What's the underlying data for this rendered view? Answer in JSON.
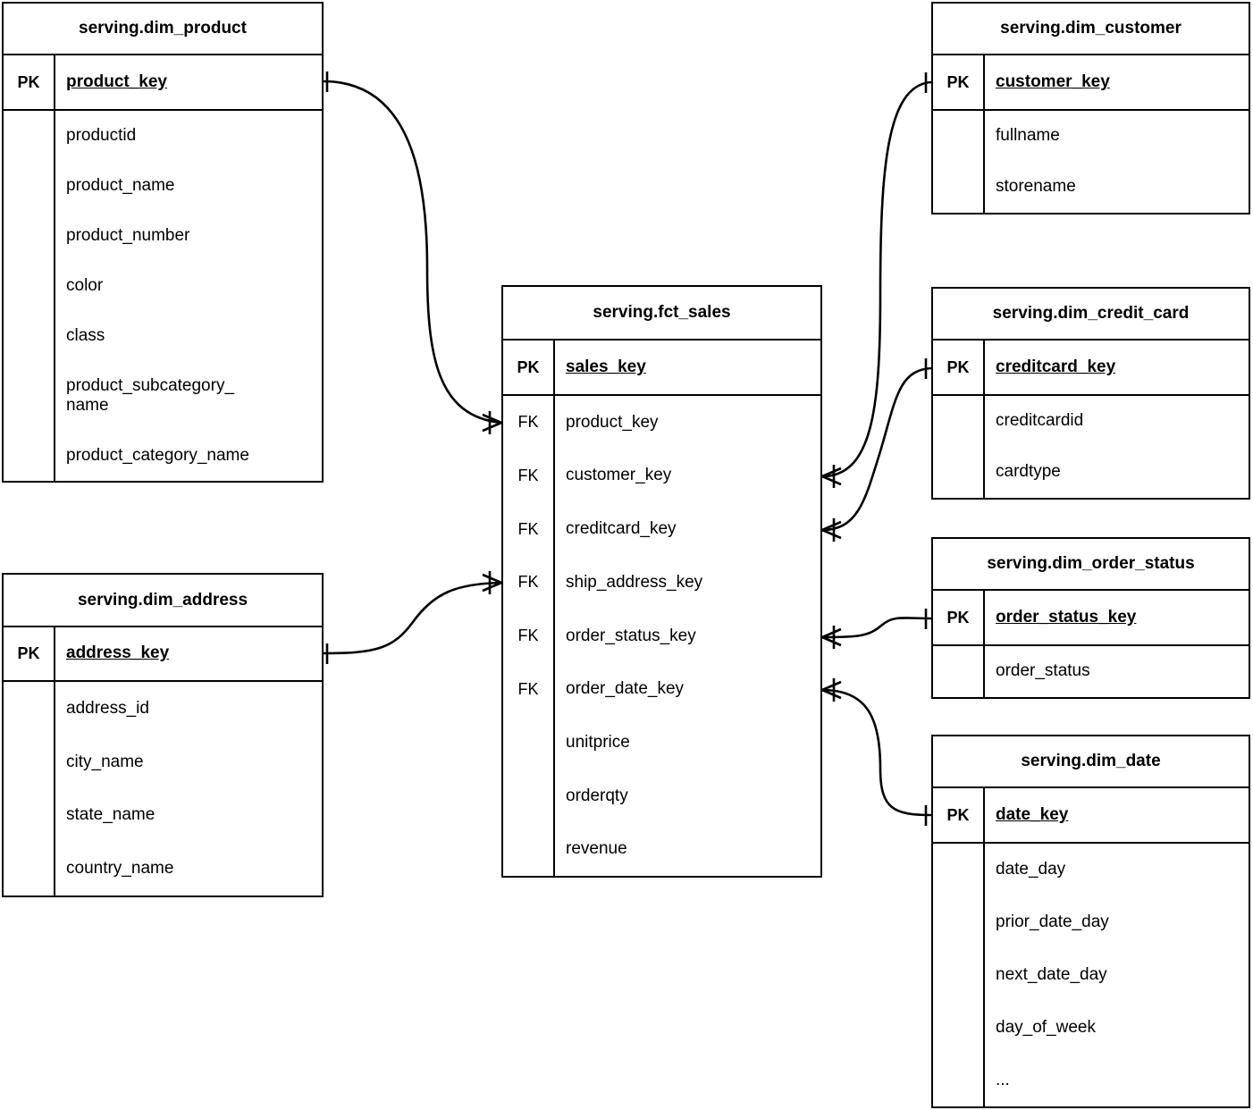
{
  "diagram": {
    "type": "entity-relationship-diagram",
    "notation": "crow's-foot",
    "background_color": "#ffffff",
    "line_color": "#000000",
    "text_color": "#000000"
  },
  "entities": [
    {
      "id": "dim_product",
      "title": "serving.dim_product",
      "pk": {
        "key_label": "PK",
        "name": "product_key"
      },
      "attributes": [
        {
          "key_label": "",
          "name": "productid"
        },
        {
          "key_label": "",
          "name": "product_name"
        },
        {
          "key_label": "",
          "name": "product_number"
        },
        {
          "key_label": "",
          "name": "color"
        },
        {
          "key_label": "",
          "name": "class"
        },
        {
          "key_label": "",
          "name": "product_subcategory_\nname"
        },
        {
          "key_label": "",
          "name": "product_category_name"
        }
      ]
    },
    {
      "id": "dim_address",
      "title": "serving.dim_address",
      "pk": {
        "key_label": "PK",
        "name": "address_key"
      },
      "attributes": [
        {
          "key_label": "",
          "name": "address_id"
        },
        {
          "key_label": "",
          "name": "city_name"
        },
        {
          "key_label": "",
          "name": "state_name"
        },
        {
          "key_label": "",
          "name": "country_name"
        }
      ]
    },
    {
      "id": "fct_sales",
      "title": "serving.fct_sales",
      "pk": {
        "key_label": "PK",
        "name": "sales_key"
      },
      "attributes": [
        {
          "key_label": "FK",
          "name": "product_key"
        },
        {
          "key_label": "FK",
          "name": "customer_key"
        },
        {
          "key_label": "FK",
          "name": "creditcard_key"
        },
        {
          "key_label": "FK",
          "name": "ship_address_key"
        },
        {
          "key_label": "FK",
          "name": "order_status_key"
        },
        {
          "key_label": "FK",
          "name": "order_date_key"
        },
        {
          "key_label": "",
          "name": "unitprice"
        },
        {
          "key_label": "",
          "name": "orderqty"
        },
        {
          "key_label": "",
          "name": "revenue"
        }
      ]
    },
    {
      "id": "dim_customer",
      "title": "serving.dim_customer",
      "pk": {
        "key_label": "PK",
        "name": "customer_key"
      },
      "attributes": [
        {
          "key_label": "",
          "name": "fullname"
        },
        {
          "key_label": "",
          "name": "storename"
        }
      ]
    },
    {
      "id": "dim_credit_card",
      "title": "serving.dim_credit_card",
      "pk": {
        "key_label": "PK",
        "name": "creditcard_key"
      },
      "attributes": [
        {
          "key_label": "",
          "name": "creditcardid"
        },
        {
          "key_label": "",
          "name": "cardtype"
        }
      ]
    },
    {
      "id": "dim_order_status",
      "title": "serving.dim_order_status",
      "pk": {
        "key_label": "PK",
        "name": "order_status_key"
      },
      "attributes": [
        {
          "key_label": "",
          "name": "order_status"
        }
      ]
    },
    {
      "id": "dim_date",
      "title": "serving.dim_date",
      "pk": {
        "key_label": "PK",
        "name": "date_key"
      },
      "attributes": [
        {
          "key_label": "",
          "name": "date_day"
        },
        {
          "key_label": "",
          "name": "prior_date_day"
        },
        {
          "key_label": "",
          "name": "next_date_day"
        },
        {
          "key_label": "",
          "name": "day_of_week"
        },
        {
          "key_label": "",
          "name": "..."
        }
      ]
    }
  ],
  "relationships": [
    {
      "id": "rel-product-sales",
      "from_entity": "dim_product",
      "from_field": "product_key",
      "to_entity": "fct_sales",
      "to_field": "product_key",
      "from_cardinality": "one",
      "to_cardinality": "many"
    },
    {
      "id": "rel-address-sales",
      "from_entity": "dim_address",
      "from_field": "address_key",
      "to_entity": "fct_sales",
      "to_field": "ship_address_key",
      "from_cardinality": "one",
      "to_cardinality": "many"
    },
    {
      "id": "rel-customer-sales",
      "from_entity": "dim_customer",
      "from_field": "customer_key",
      "to_entity": "fct_sales",
      "to_field": "customer_key",
      "from_cardinality": "one",
      "to_cardinality": "many"
    },
    {
      "id": "rel-creditcard-sales",
      "from_entity": "dim_credit_card",
      "from_field": "creditcard_key",
      "to_entity": "fct_sales",
      "to_field": "creditcard_key",
      "from_cardinality": "one",
      "to_cardinality": "many"
    },
    {
      "id": "rel-orderstatus-sales",
      "from_entity": "dim_order_status",
      "from_field": "order_status_key",
      "to_entity": "fct_sales",
      "to_field": "order_status_key",
      "from_cardinality": "one",
      "to_cardinality": "many"
    },
    {
      "id": "rel-date-sales",
      "from_entity": "dim_date",
      "from_field": "date_key",
      "to_entity": "fct_sales",
      "to_field": "order_date_key",
      "from_cardinality": "one",
      "to_cardinality": "many"
    }
  ]
}
